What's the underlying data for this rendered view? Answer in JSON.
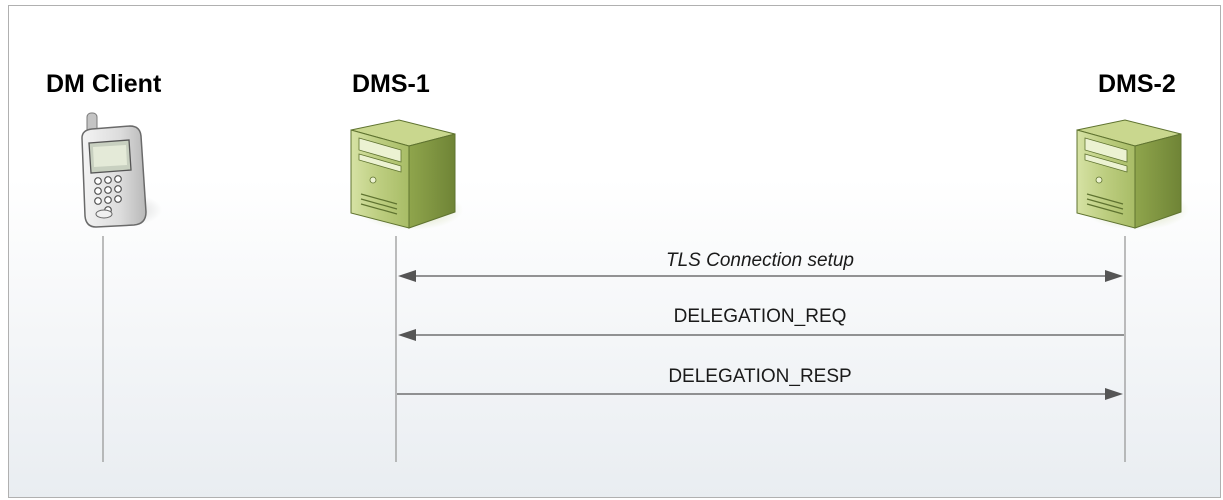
{
  "entities": {
    "client": {
      "label": "DM Client",
      "icon": "mobile-phone-icon"
    },
    "dms1": {
      "label": "DMS-1",
      "icon": "server-tower-icon"
    },
    "dms2": {
      "label": "DMS-2",
      "icon": "server-tower-icon"
    }
  },
  "messages": [
    {
      "label": "TLS Connection setup",
      "from": "DMS-1",
      "to": "DMS-2",
      "direction": "bidirectional",
      "style": "italic"
    },
    {
      "label": "DELEGATION_REQ",
      "from": "DMS-2",
      "to": "DMS-1",
      "direction": "left",
      "style": "normal"
    },
    {
      "label": "DELEGATION_RESP",
      "from": "DMS-1",
      "to": "DMS-2",
      "direction": "right",
      "style": "normal"
    }
  ],
  "colors": {
    "server_green": "#b6c87a",
    "server_dark": "#7e9342",
    "lifeline": "#9a9a9a",
    "arrow": "#555555",
    "frame_border": "#b0b0b0"
  }
}
